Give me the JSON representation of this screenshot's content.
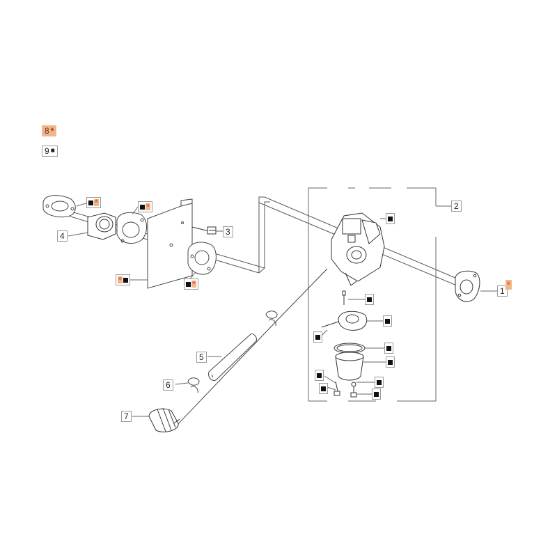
{
  "legend": [
    {
      "number": "8",
      "marker": "*",
      "highlight": true
    },
    {
      "number": "9",
      "marker": "■",
      "highlight": false
    }
  ],
  "callouts": [
    {
      "id": "1",
      "text": "1",
      "marker": "*"
    },
    {
      "id": "2",
      "text": "2"
    },
    {
      "id": "3",
      "text": "3"
    },
    {
      "id": "4",
      "text": "4"
    },
    {
      "id": "5",
      "text": "5"
    },
    {
      "id": "6",
      "text": "6"
    },
    {
      "id": "7",
      "text": "7"
    }
  ],
  "markers": {
    "square": "■",
    "star": "*"
  },
  "colors": {
    "highlight": "#f4b48a",
    "star": "#d66a2e",
    "line": "#555555"
  }
}
